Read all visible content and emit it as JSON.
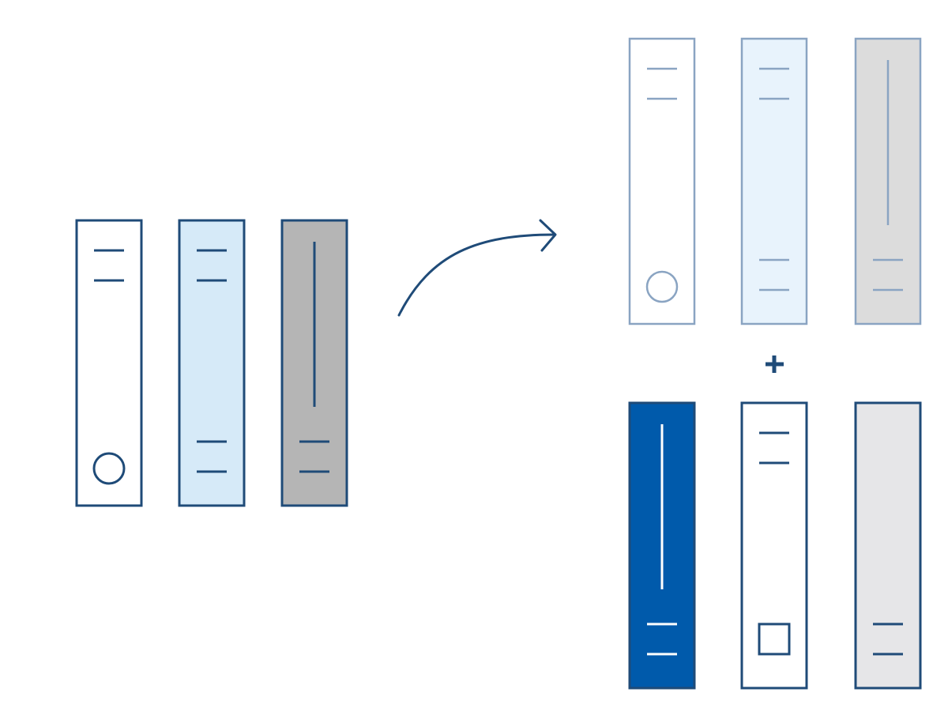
{
  "colors": {
    "background": "#ffffff",
    "dark_stroke": "#1f4b78",
    "faded_stroke": "#8aa4c2",
    "light_blue": "#d6eaf8",
    "pale_blue": "#e8f3fc",
    "gray": "#b5b5b5",
    "light_gray": "#dcdcdc",
    "lighter_gray": "#e6e6e8",
    "brand_blue": "#005aab"
  },
  "groups": [
    {
      "id": "original-binders",
      "binders": [
        {
          "fill": "white",
          "style": "dark",
          "marks": [
            "two-lines-top",
            "circle-bottom"
          ]
        },
        {
          "fill": "light_blue",
          "style": "dark",
          "marks": [
            "two-lines-top",
            "two-lines-bottom"
          ]
        },
        {
          "fill": "gray",
          "style": "dark",
          "marks": [
            "long-vertical-line",
            "two-lines-bottom"
          ]
        }
      ]
    },
    {
      "id": "faded-binders",
      "binders": [
        {
          "fill": "white",
          "style": "faded",
          "marks": [
            "two-lines-top",
            "circle-bottom"
          ]
        },
        {
          "fill": "pale_blue",
          "style": "faded",
          "marks": [
            "two-lines-top",
            "two-lines-bottom"
          ]
        },
        {
          "fill": "light_gray",
          "style": "faded",
          "marks": [
            "long-vertical-line",
            "two-lines-bottom"
          ]
        }
      ]
    },
    {
      "id": "new-binders",
      "binders": [
        {
          "fill": "brand_blue",
          "style": "dark",
          "marks": [
            "long-vertical-line-white",
            "two-lines-bottom-white"
          ]
        },
        {
          "fill": "white",
          "style": "dark",
          "marks": [
            "two-lines-top",
            "square-bottom"
          ]
        },
        {
          "fill": "lighter_gray",
          "style": "dark",
          "marks": [
            "two-lines-bottom"
          ]
        }
      ]
    }
  ],
  "connectors": [
    "curved-arrow-icon",
    "plus-icon"
  ]
}
